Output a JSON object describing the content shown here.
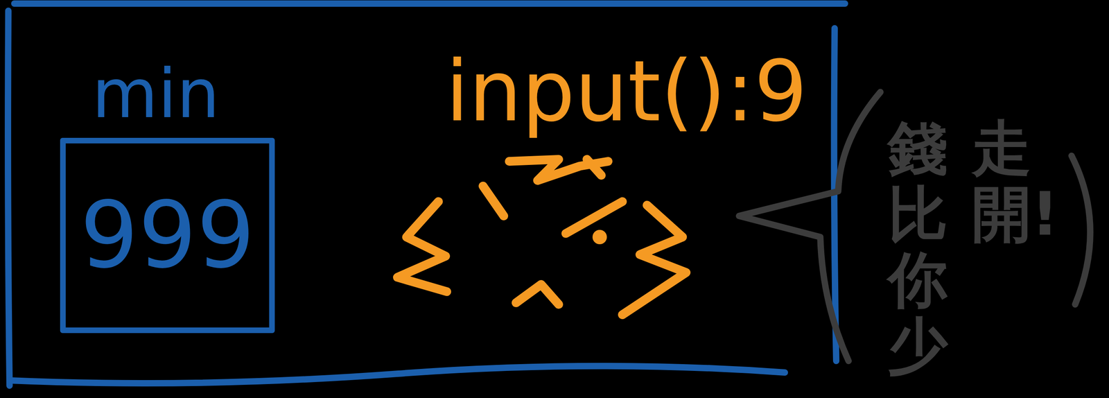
{
  "diagram": {
    "nodes": [
      {
        "text": [
          "min",
          "999"
        ]
      },
      {
        "text": [
          "錢比你少",
          "走開!"
        ]
      }
    ],
    "labels": [
      "input():9"
    ]
  }
}
